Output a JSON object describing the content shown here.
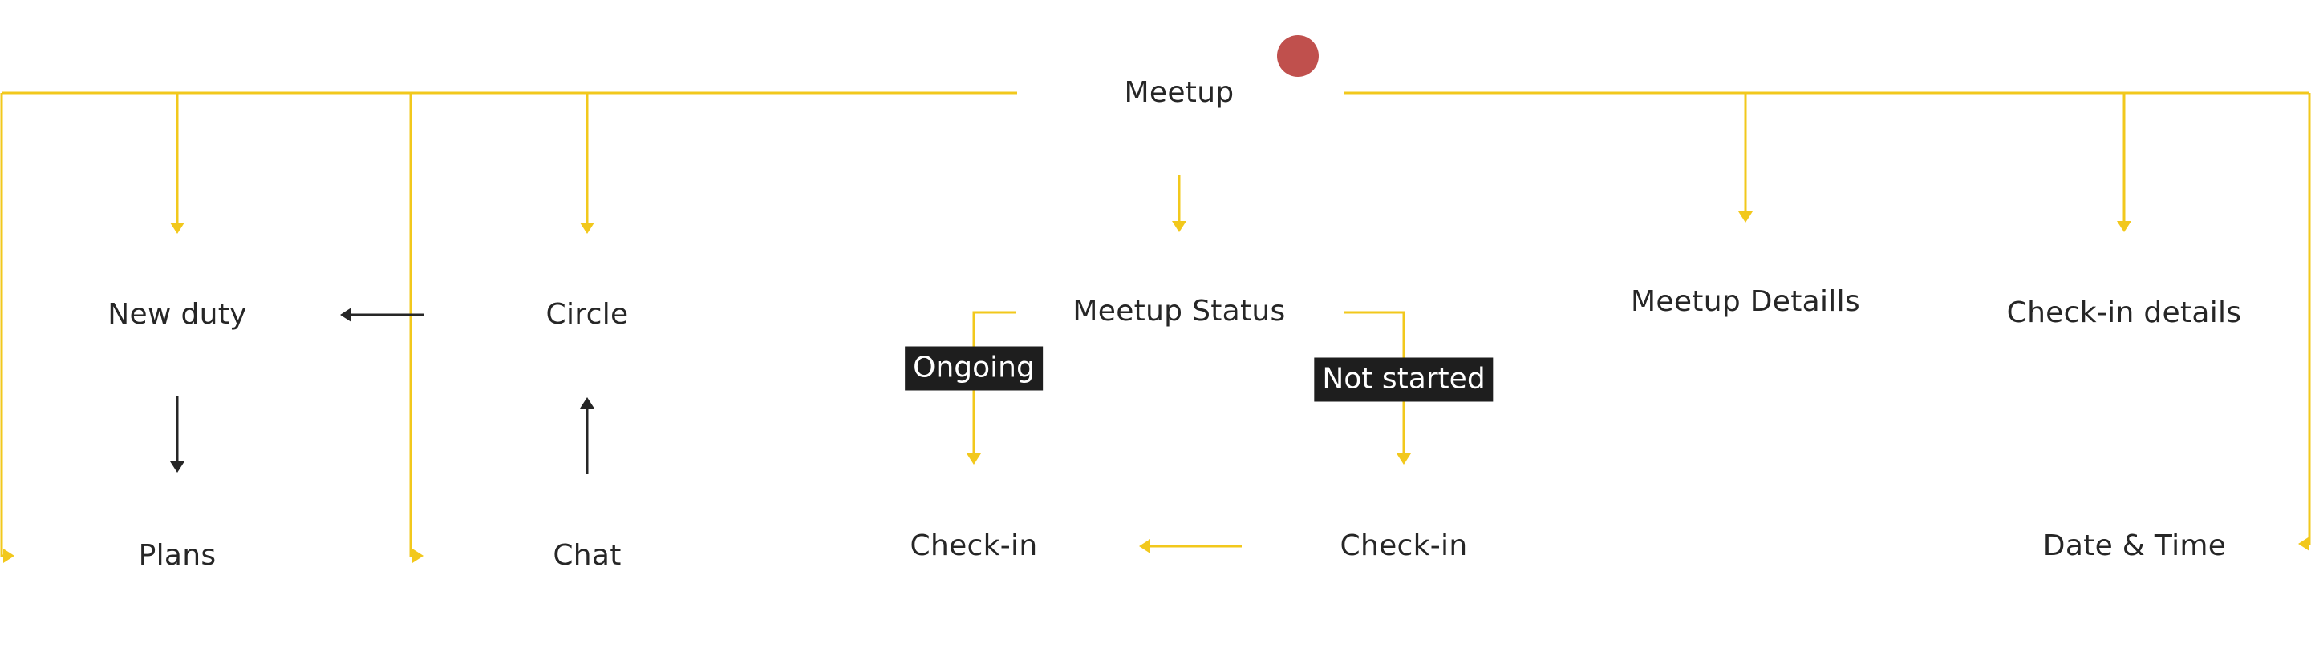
{
  "nodes": {
    "meetup": "Meetup",
    "new_duty": "New duty",
    "circle": "Circle",
    "meetup_status": "Meetup Status",
    "meetup_details": "Meetup Detaills",
    "checkin_details": "Check-in details",
    "plans": "Plans",
    "chat": "Chat",
    "checkin_ongoing": "Check-in",
    "checkin_not_started": "Check-in",
    "date_time": "Date & Time"
  },
  "labels": {
    "ongoing": "Ongoing",
    "not_started": "Not started"
  },
  "colors": {
    "connector": "#f2c81c",
    "arrow_dark": "#262626",
    "text": "#262626",
    "tag_bg": "#1e1e1e",
    "tag_text": "#ffffff",
    "status_dot": "#c0504d"
  }
}
